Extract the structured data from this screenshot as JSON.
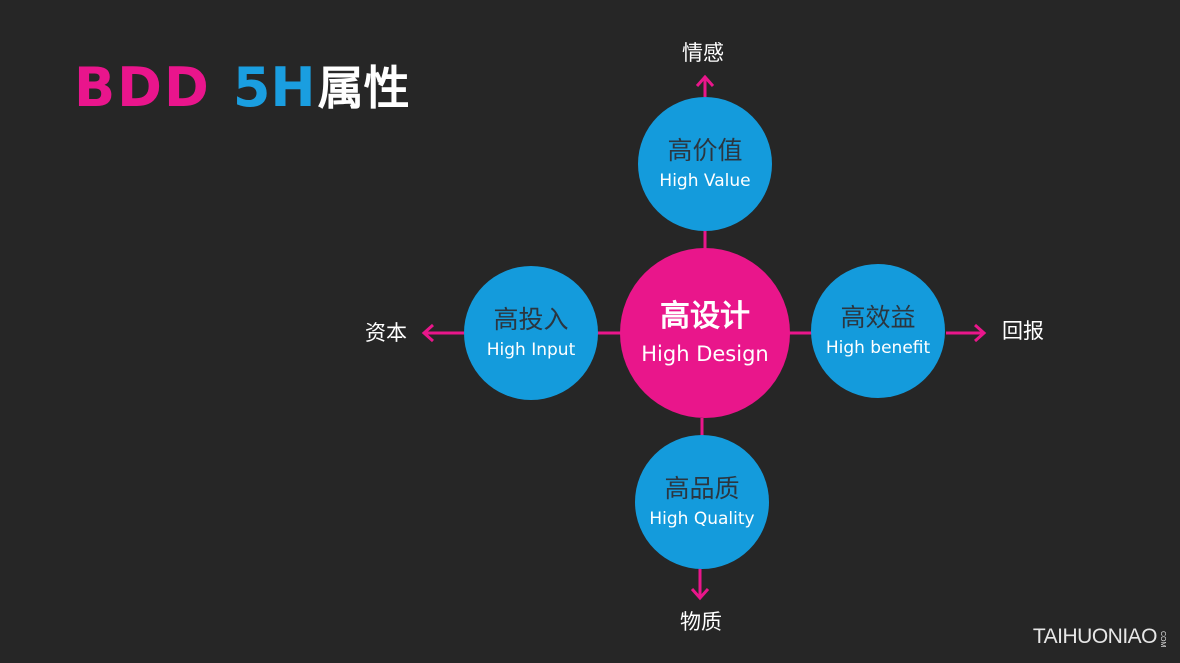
{
  "title": {
    "part1": "BDD",
    "part2": "5H",
    "part3": "属性"
  },
  "nodes": {
    "center": {
      "zh": "高设计",
      "en": "High Design"
    },
    "top": {
      "zh": "高价值",
      "en": "High Value"
    },
    "left": {
      "zh": "高投入",
      "en": "High Input"
    },
    "right": {
      "zh": "高效益",
      "en": "High benefit"
    },
    "bottom": {
      "zh": "高品质",
      "en": "High Quality"
    }
  },
  "outer_labels": {
    "top": "情感",
    "left": "资本",
    "right": "回报",
    "bottom": "物质"
  },
  "watermark": {
    "text": "TAIHUONIAO",
    "suffix": "COM"
  },
  "colors": {
    "background": "#262626",
    "accent_pink": "#e9168b",
    "accent_blue": "#149bdc",
    "connector": "#e9168b"
  }
}
